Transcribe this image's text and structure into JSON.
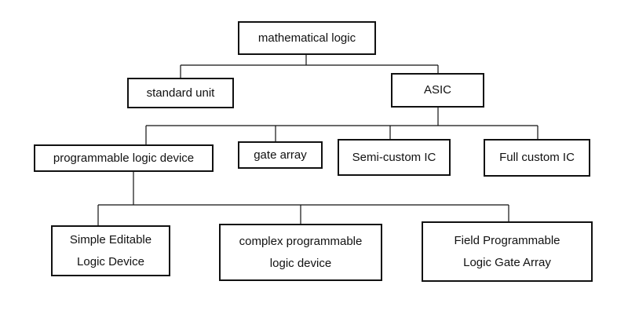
{
  "diagram": {
    "root": "mathematical logic",
    "level1": {
      "standard_unit": "standard unit",
      "asic": "ASIC"
    },
    "level2": {
      "pld": "programmable logic device",
      "gate_array": "gate array",
      "semi_custom": "Semi-custom IC",
      "full_custom": "Full custom IC"
    },
    "level3": {
      "sld_line1": "Simple Editable",
      "sld_line2": "Logic Device",
      "cpld_line1": "complex programmable",
      "cpld_line2": "logic device",
      "fpga_line1": "Field Programmable",
      "fpga_line2": "Logic Gate Array"
    },
    "colors": {
      "line": "#111111",
      "box_border": "#111111",
      "background": "#ffffff"
    }
  }
}
